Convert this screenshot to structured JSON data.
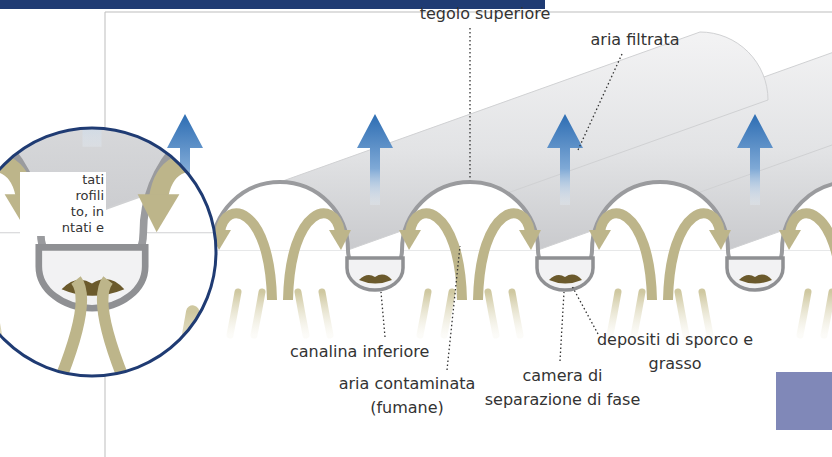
{
  "diagram": {
    "labels": [
      "tegolo superiore",
      "aria filtrata",
      "canalina inferiore",
      "aria contaminata (fumane)",
      "depositi di sporco e grasso",
      "camera di separazione di fase",
      "tati",
      "rofili",
      "to, in",
      "ntati e"
    ]
  }
}
